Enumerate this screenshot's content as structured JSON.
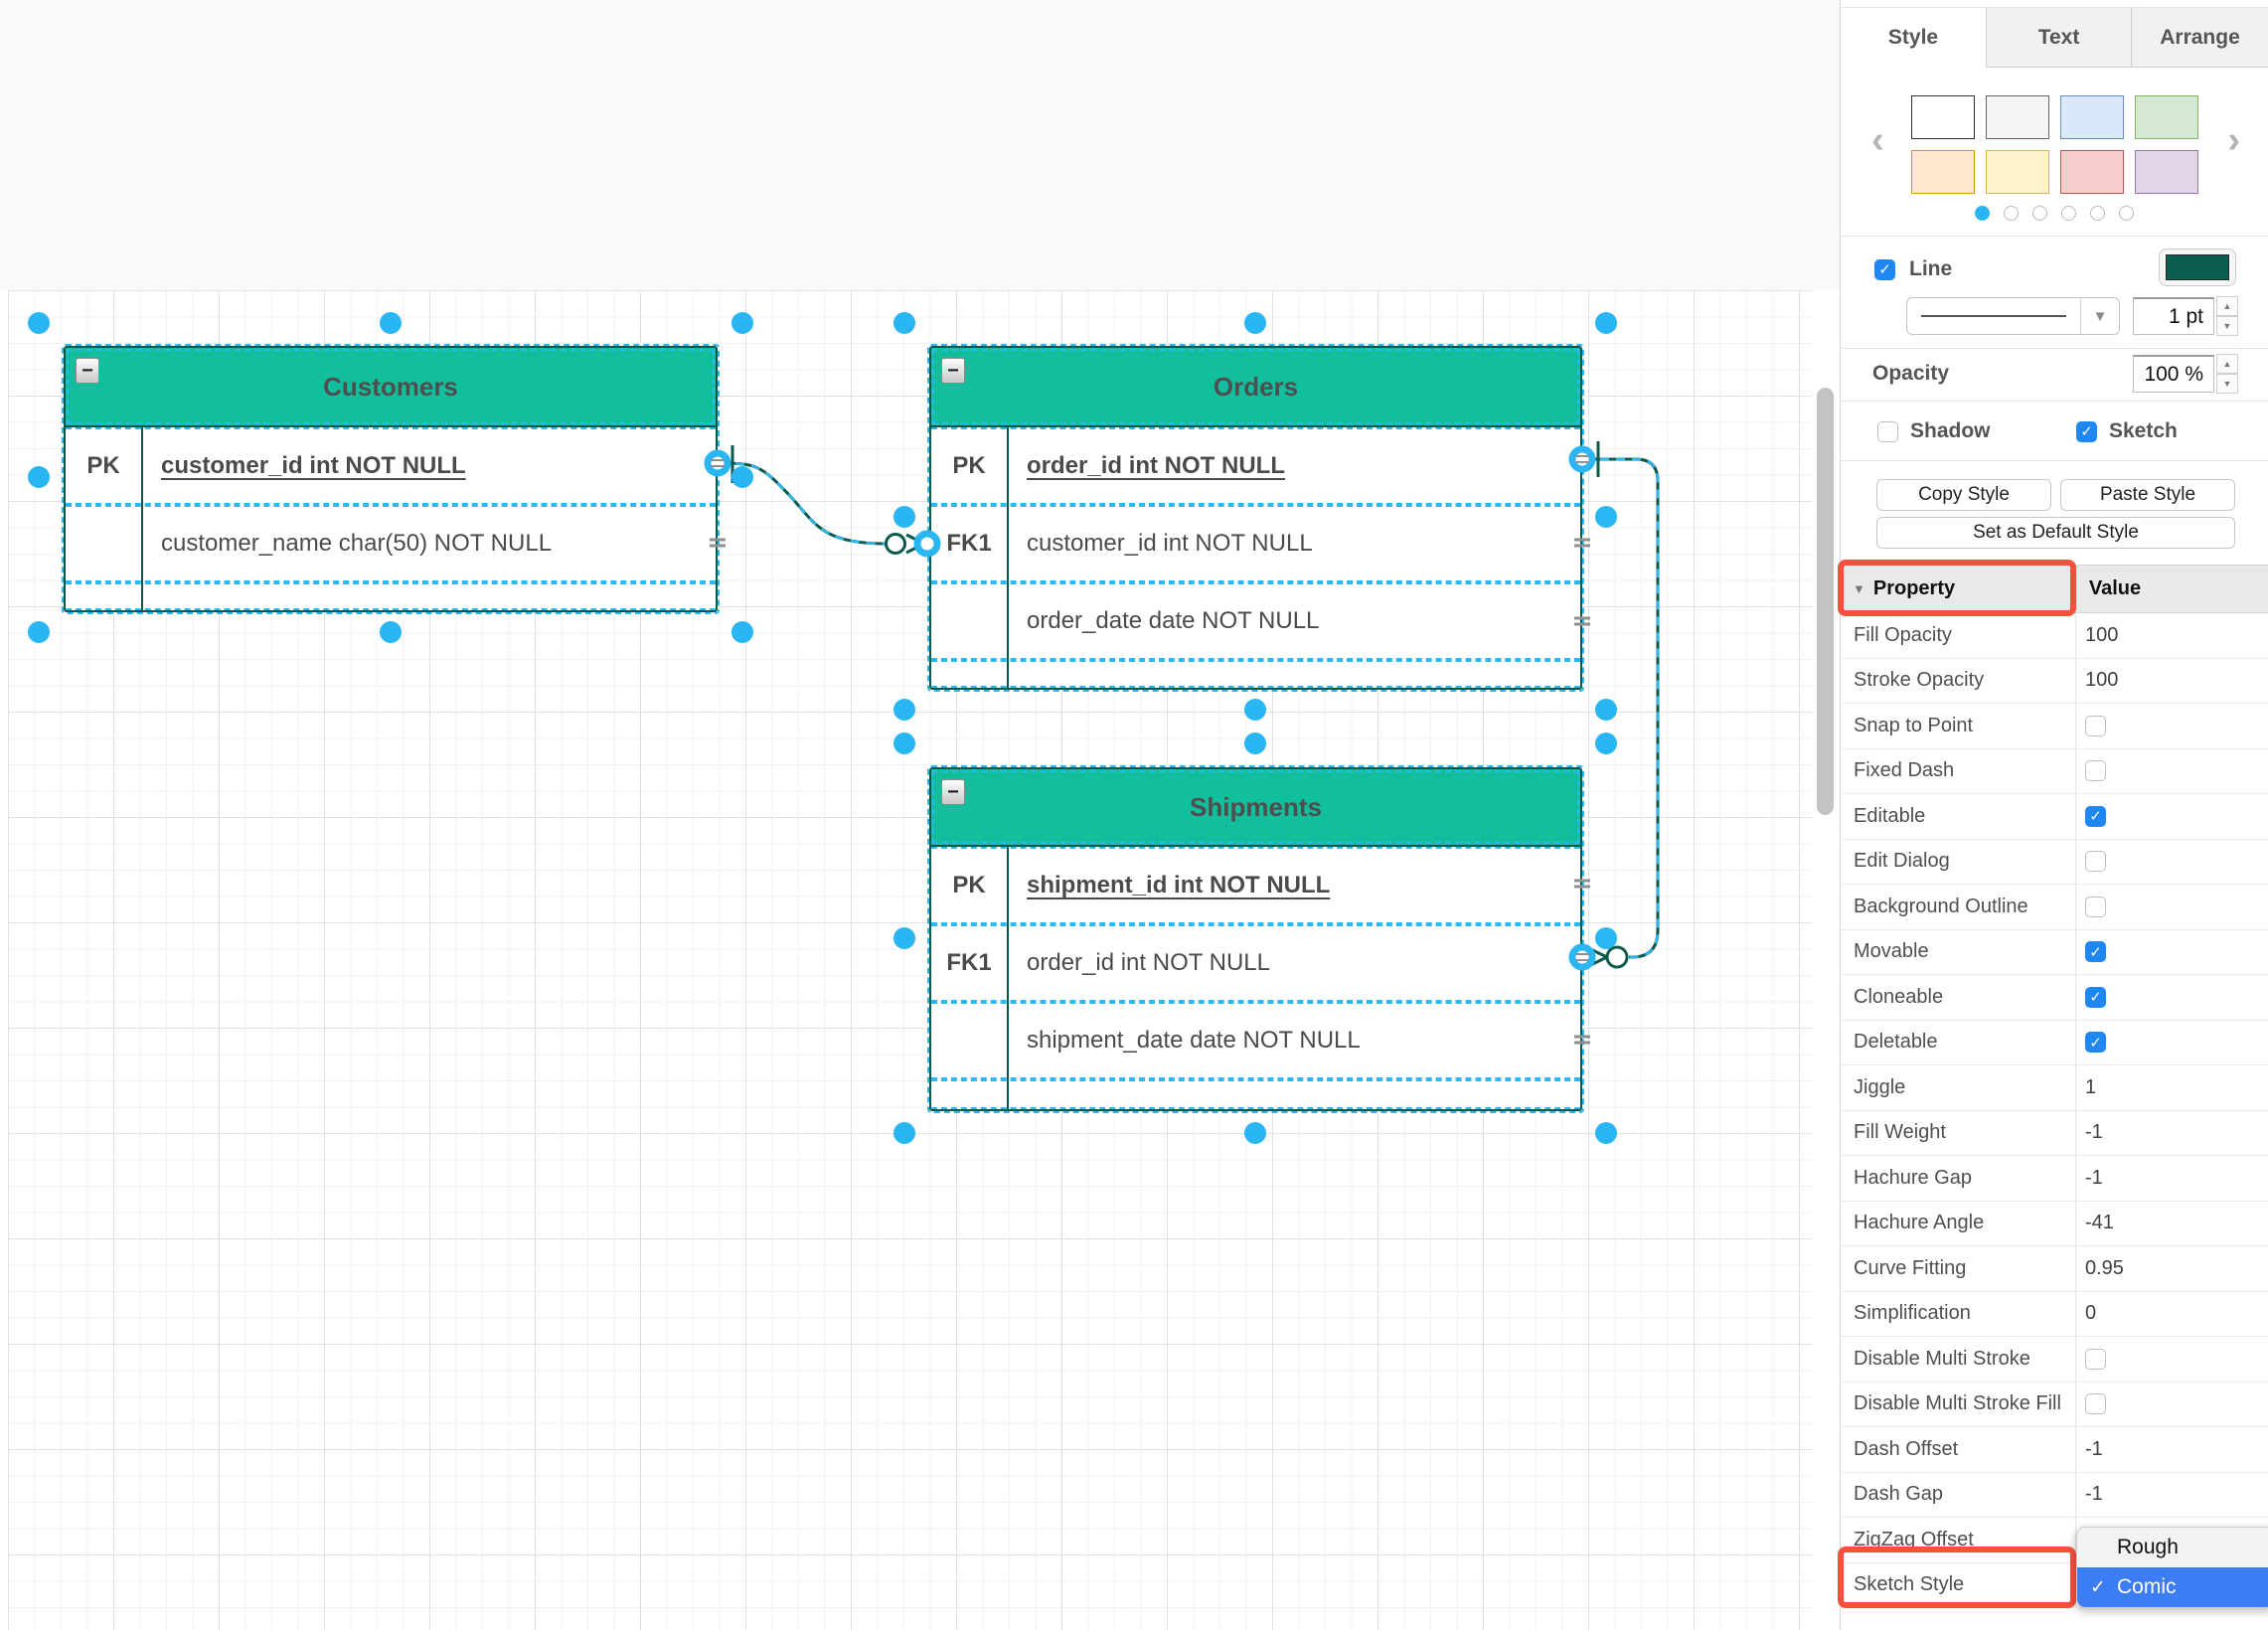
{
  "panel": {
    "tabs": [
      {
        "label": "Style",
        "active": true
      },
      {
        "label": "Text",
        "active": false
      },
      {
        "label": "Arrange",
        "active": false
      }
    ],
    "swatches": [
      {
        "fill": "#FFFFFF",
        "stroke": "#2F2F2F"
      },
      {
        "fill": "#F5F5F5",
        "stroke": "#666666"
      },
      {
        "fill": "#DAE8FC",
        "stroke": "#6C8EBF"
      },
      {
        "fill": "#D5E8D4",
        "stroke": "#82B366"
      },
      {
        "fill": "#FFE6CC",
        "stroke": "#D79B00"
      },
      {
        "fill": "#FFF2CC",
        "stroke": "#D6B656"
      },
      {
        "fill": "#F8CECC",
        "stroke": "#B85450"
      },
      {
        "fill": "#E1D5E7",
        "stroke": "#9673A6"
      }
    ],
    "pagination": {
      "count": 6,
      "active_index": 0
    },
    "line": {
      "label": "Line",
      "checked": true,
      "color": "#0b5d4f",
      "width": "1 pt"
    },
    "opacity_label": "Opacity",
    "opacity_value": "100 %",
    "shadow": {
      "label": "Shadow",
      "checked": false
    },
    "sketch": {
      "label": "Sketch",
      "checked": true
    },
    "copy_style": "Copy Style",
    "paste_style": "Paste Style",
    "set_default": "Set as Default Style",
    "prop_header": {
      "property": "Property",
      "value": "Value"
    },
    "properties": [
      {
        "label": "Fill Opacity",
        "value": "100"
      },
      {
        "label": "Stroke Opacity",
        "value": "100"
      },
      {
        "label": "Snap to Point",
        "checkbox": true,
        "checked": false
      },
      {
        "label": "Fixed Dash",
        "checkbox": true,
        "checked": false
      },
      {
        "label": "Editable",
        "checkbox": true,
        "checked": true
      },
      {
        "label": "Edit Dialog",
        "checkbox": true,
        "checked": false
      },
      {
        "label": "Background Outline",
        "checkbox": true,
        "checked": false
      },
      {
        "label": "Movable",
        "checkbox": true,
        "checked": true
      },
      {
        "label": "Cloneable",
        "checkbox": true,
        "checked": true
      },
      {
        "label": "Deletable",
        "checkbox": true,
        "checked": true
      },
      {
        "label": "Jiggle",
        "value": "1"
      },
      {
        "label": "Fill Weight",
        "value": "-1"
      },
      {
        "label": "Hachure Gap",
        "value": "-1"
      },
      {
        "label": "Hachure Angle",
        "value": "-41"
      },
      {
        "label": "Curve Fitting",
        "value": "0.95"
      },
      {
        "label": "Simplification",
        "value": "0"
      },
      {
        "label": "Disable Multi Stroke",
        "checkbox": true,
        "checked": false
      },
      {
        "label": "Disable Multi Stroke Fill",
        "checkbox": true,
        "checked": false
      },
      {
        "label": "Dash Offset",
        "value": "-1"
      },
      {
        "label": "Dash Gap",
        "value": "-1"
      },
      {
        "label": "ZigZag Offset",
        "value": ""
      },
      {
        "label": "Sketch Style",
        "value": ""
      }
    ],
    "dropdown": {
      "items": [
        {
          "label": "Rough",
          "selected": false
        },
        {
          "label": "Comic",
          "selected": true
        }
      ],
      "check_glyph": "✓"
    },
    "annotation_color": "#f5503d"
  },
  "diagram": {
    "accent_color": "#12bf9d",
    "outline_color": "#0c594b",
    "selection_color": "#2bb8f0",
    "handle_color": "#29b6f2",
    "collapse_glyph": "−",
    "tables": [
      {
        "title": "Customers",
        "rows": [
          {
            "key": "PK",
            "text": "customer_id int NOT NULL"
          },
          {
            "key": "",
            "text": "customer_name char(50) NOT NULL"
          }
        ]
      },
      {
        "title": "Orders",
        "rows": [
          {
            "key": "PK",
            "text": "order_id int NOT NULL"
          },
          {
            "key": "FK1",
            "text": "customer_id int NOT NULL"
          },
          {
            "key": "",
            "text": "order_date date NOT NULL"
          }
        ]
      },
      {
        "title": "Shipments",
        "rows": [
          {
            "key": "PK",
            "text": "shipment_id int NOT NULL"
          },
          {
            "key": "FK1",
            "text": "order_id int NOT NULL"
          },
          {
            "key": "",
            "text": "shipment_date date NOT NULL"
          }
        ]
      }
    ]
  }
}
